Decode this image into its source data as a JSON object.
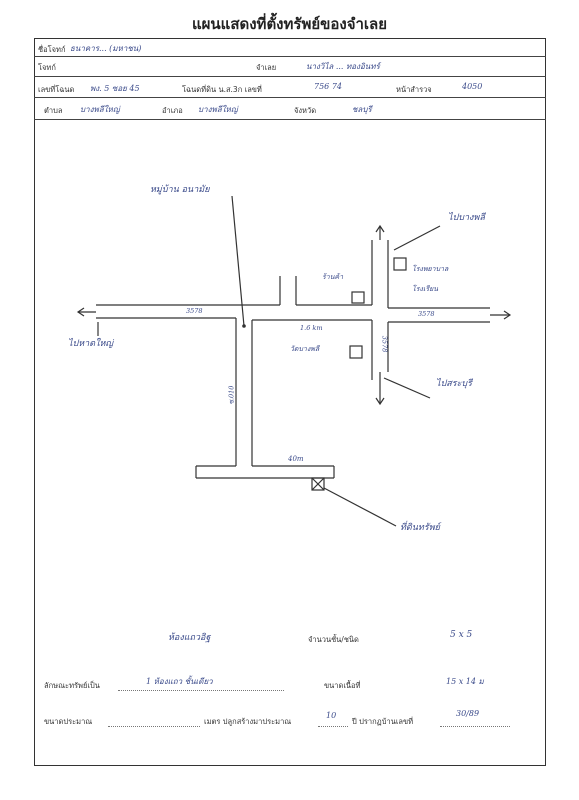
{
  "form": {
    "title": "แผนแสดงที่ตั้งทรัพย์ของจำเลย",
    "fields": {
      "owner_label": "ชื่อโจทก์",
      "owner_value": "ธนาคาร... (มหาชน)",
      "plaintiff_label": "โจทก์",
      "defendant_label": "จำเลย",
      "defendant_value": "นางวิไล ... ทองอินทร์",
      "deed_label": "เลขที่โฉนด",
      "deed_value": "พง. 5 ซอย 45",
      "land_no_label": "โฉนดที่ดิน น.ส.3ก เลขที่",
      "land_no_value": "756 74",
      "survey_label": "หน้าสำรวจ",
      "survey_value": "4050",
      "subdistrict_label": "ตำบล",
      "subdistrict_value": "บางพลีใหญ่",
      "district_label": "อำเภอ",
      "district_value": "บางพลีใหญ่",
      "province_label": "จังหวัด",
      "province_value": "ชลบุรี"
    },
    "map_labels": {
      "village": "หมู่บ้าน อนามัย",
      "to_top": "ไปบางพลี",
      "to_left": "ไปหาดใหญ่",
      "to_right": "ไปสระบุรี",
      "shop": "ร้านค้า",
      "temple": "วัดบางพลี",
      "hospital": "โรงพยาบาล",
      "school": "โรงเรียน",
      "road_top_left": "3578",
      "road_top_right": "3578",
      "road_vertical": "3578",
      "distance_1": "1.6 km",
      "road_side": "ซ.010",
      "distance_2": "40m",
      "property": "ที่ดินทรัพย์"
    },
    "bottom": {
      "line1_left": "ห้องแถวอิฐ",
      "line1_label": "จำนวนชั้น/ชนิด",
      "line1_value": "5 x 5",
      "property_label": "ลักษณะทรัพย์เป็น",
      "property_value": "1 ห้องแถว ชั้นเดียว",
      "size_label_right": "ขนาดเนื้อที่",
      "size_value_right": "15 x 14 ม",
      "size_label": "ขนาดประมาณ",
      "size_unit": "เมตร ปลูกสร้างมาประมาณ",
      "age_value": "10",
      "age_unit": "ปี ปรากฏบ้านเลขที่",
      "house_no_value": "30/89"
    }
  }
}
